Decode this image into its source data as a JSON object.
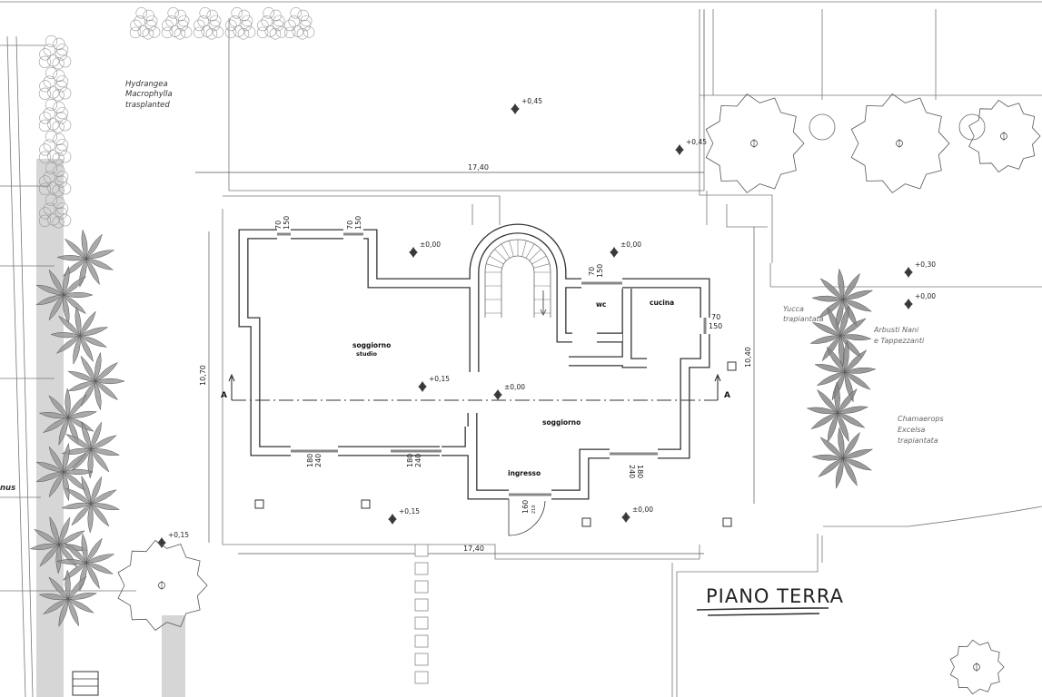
{
  "title": "PIANO TERRA",
  "rooms": {
    "studio_line1": "soggiorno",
    "studio_line2": "studio",
    "wc": "wc",
    "kitchen": "cucina",
    "living": "soggiorno",
    "entrance": "ingresso"
  },
  "section_marker": "A",
  "dimensions": {
    "top_width": "17,40",
    "bottom_width": "17,40",
    "left_height": "10,70",
    "right_height": "10,40"
  },
  "openings": {
    "w1_a": "70",
    "w1_b": "150",
    "w2_a": "70",
    "w2_b": "150",
    "w3_a": "70",
    "w3_b": "150",
    "w4_a": "70",
    "w4_b": "150",
    "w5_a": "180",
    "w5_b": "240",
    "w6_a": "180",
    "w6_b": "240",
    "w7_a": "240",
    "w7_b": "180",
    "door_a": "160",
    "door_b": "210"
  },
  "elevations": [
    "+0,45",
    "+0,45",
    "±0,00",
    "±0,00",
    "+0,15",
    "±0,00",
    "+0,15",
    "±0,00",
    "+0,15",
    "+0,30",
    "+0,00"
  ],
  "plants": {
    "hydrangea": [
      "Hydrangea",
      "Macrophylla",
      "trasplanted"
    ],
    "yucca": [
      "Yucca",
      "trapiantata"
    ],
    "arbusti": [
      "Arbusti Nani",
      "e Tappezzanti"
    ],
    "chamaerops": [
      "Chamaerops",
      "Excelsa",
      "trapiantata"
    ],
    "cut_label": [
      "nus"
    ]
  },
  "colors": {
    "wall": "#333333",
    "plant_gray": "#8a8a8a",
    "band": "#d4d4d4"
  }
}
